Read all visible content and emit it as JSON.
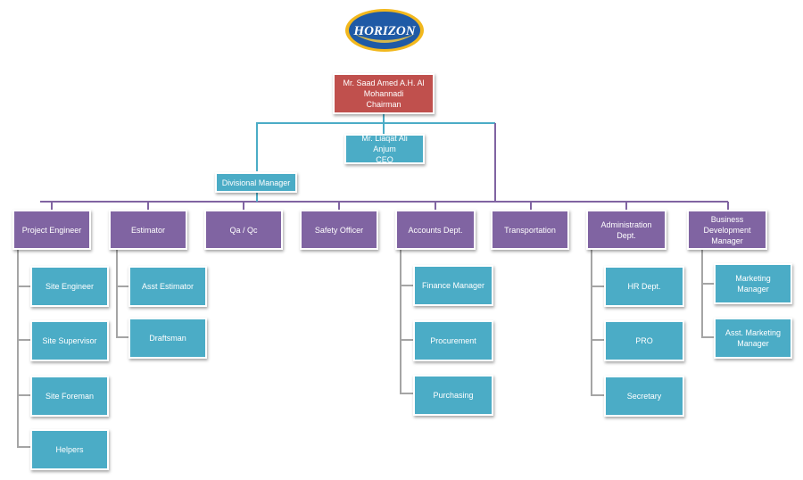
{
  "logo": {
    "text": "HORIZON"
  },
  "chairman": "Mr. Saad Amed A.H. Al\nMohannadi\nChairman",
  "ceo": "Mr. Liaqat Ali Anjum\nCEO",
  "divisional_manager": "Divisional Manager",
  "departments": [
    {
      "label": "Project Engineer",
      "children": [
        "Site Engineer",
        "Site Supervisor",
        "Site Foreman",
        "Helpers"
      ]
    },
    {
      "label": "Estimator",
      "children": [
        "Asst Estimator",
        "Draftsman"
      ]
    },
    {
      "label": "Qa / Qc",
      "children": []
    },
    {
      "label": "Safety Officer",
      "children": []
    },
    {
      "label": "Accounts Dept.",
      "children": [
        "Finance Manager",
        "Procurement",
        "Purchasing"
      ]
    },
    {
      "label": "Transportation",
      "children": []
    },
    {
      "label": "Administration Dept.",
      "children": [
        "HR Dept.",
        "PRO",
        "Secretary"
      ]
    },
    {
      "label": "Business Development\nManager",
      "children": [
        "Marketing Manager",
        "Asst. Marketing\nManager"
      ]
    }
  ],
  "colors": {
    "chairman": "#c0504d",
    "staff": "#4bacc6",
    "department": "#8064a2",
    "logo_ring": "#f2b81d",
    "logo_blue": "#1f5aa6"
  }
}
